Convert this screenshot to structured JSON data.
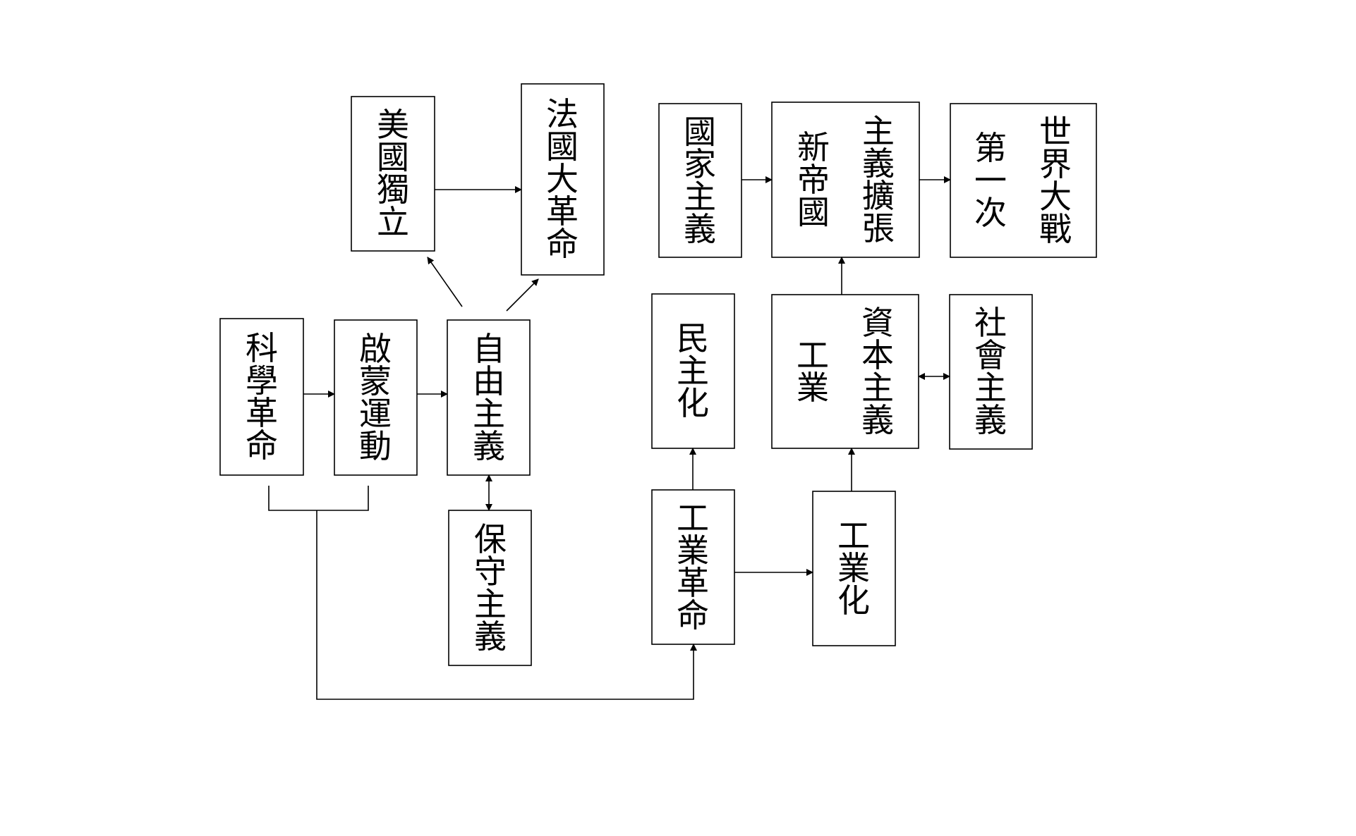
{
  "nodes": {
    "scientific_revolution": [
      "科學革命"
    ],
    "enlightenment": [
      "啟蒙運動"
    ],
    "liberalism": [
      "自由主義"
    ],
    "conservatism": [
      "保守主義"
    ],
    "american_independence": [
      "美國獨立"
    ],
    "french_revolution": [
      "法國大革命"
    ],
    "nationalism": [
      "國家主義"
    ],
    "new_imperialism": [
      "主義擴張",
      "新帝國"
    ],
    "world_war_one": [
      "世界大戰",
      "第一次"
    ],
    "democratization": [
      "民主化"
    ],
    "industrial_capitalism": [
      "資本主義",
      "工業"
    ],
    "socialism": [
      "社會主義"
    ],
    "industrial_revolution": [
      "工業革命"
    ],
    "industrialization": [
      "工業化"
    ]
  }
}
